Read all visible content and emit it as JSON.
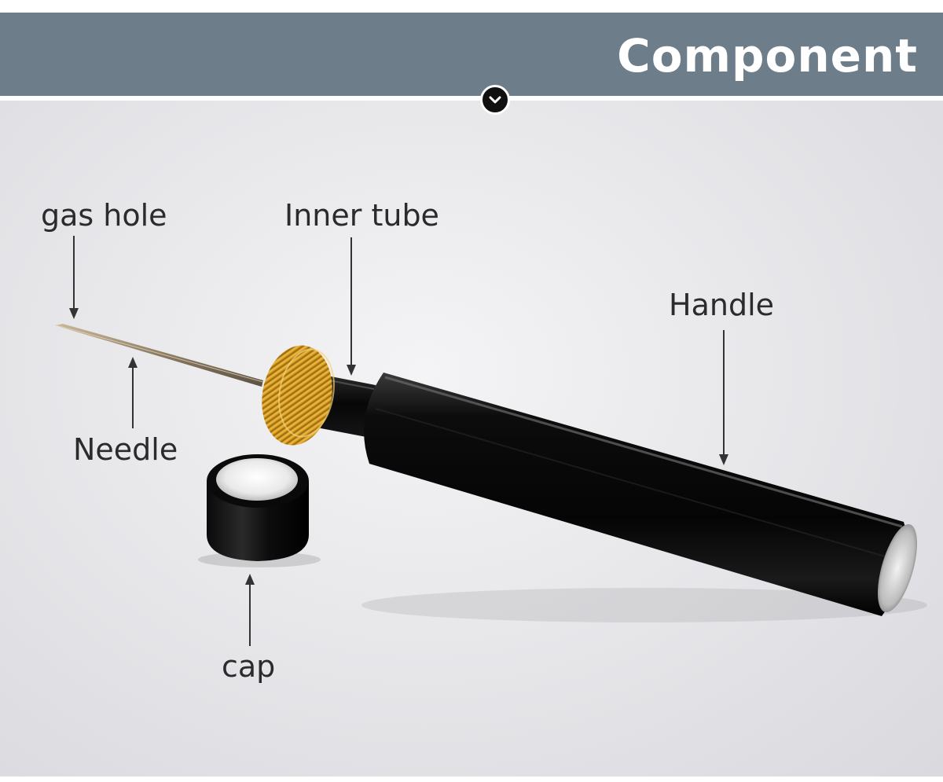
{
  "header": {
    "title": "Component",
    "divider_icon": "chevron-down-icon"
  },
  "labels": {
    "gas_hole": "gas hole",
    "inner_tube": "Inner tube",
    "handle": "Handle",
    "needle": "Needle",
    "cap": "cap"
  },
  "colors": {
    "banner": "#6e7d8a",
    "handle": "#0b0b0b",
    "knurled_nut": "#d9a21f",
    "background": "#e8e8eb"
  }
}
